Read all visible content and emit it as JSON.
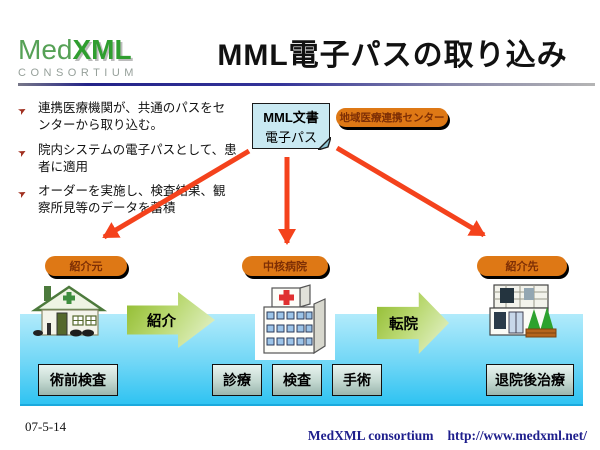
{
  "slide": {
    "logo": {
      "brand_med": "Med",
      "brand_xml": "XML",
      "subtitle": "CONSORTIUM"
    },
    "title": "MML電子パスの取り込み",
    "bullets": [
      "連携医療機関が、共通のパスをセンターから取り込む。",
      "院内システムの電子パスとして、患者に適用",
      "オーダーを実施し、検査結果、観察所見等のデータを蓄積"
    ],
    "diagram": {
      "document_note": {
        "line1": "MML文書",
        "line2": "電子パス"
      },
      "center_badge": "地域医療連携センター",
      "role_badges": [
        {
          "label": "紹介元"
        },
        {
          "label": "中核病院"
        },
        {
          "label": "紹介先"
        }
      ],
      "flow_arrows": [
        {
          "label": "紹介"
        },
        {
          "label": "転院"
        }
      ],
      "stage_boxes": [
        {
          "label": "術前検査"
        },
        {
          "label": "診療"
        },
        {
          "label": "検査"
        },
        {
          "label": "手術"
        },
        {
          "label": "退院後治療"
        }
      ],
      "icons": [
        {
          "name": "clinic-house-icon"
        },
        {
          "name": "core-hospital-icon"
        },
        {
          "name": "aftercare-building-icon"
        }
      ]
    },
    "footer": {
      "date": "07-5-14",
      "organization": "MedXML consortium",
      "url": "http://www.medxml.net/"
    },
    "colors": {
      "accent_red": "#f4421c",
      "badge_orange": "#de7815",
      "badge_text": "#7e2f05",
      "band_cyan_top": "#b2ebfb",
      "band_cyan_bottom": "#2fc3f2",
      "note_blue": "#c9e9f2",
      "footer_navy": "#1e1e8c",
      "logo_green": "#2f9e2f"
    }
  }
}
